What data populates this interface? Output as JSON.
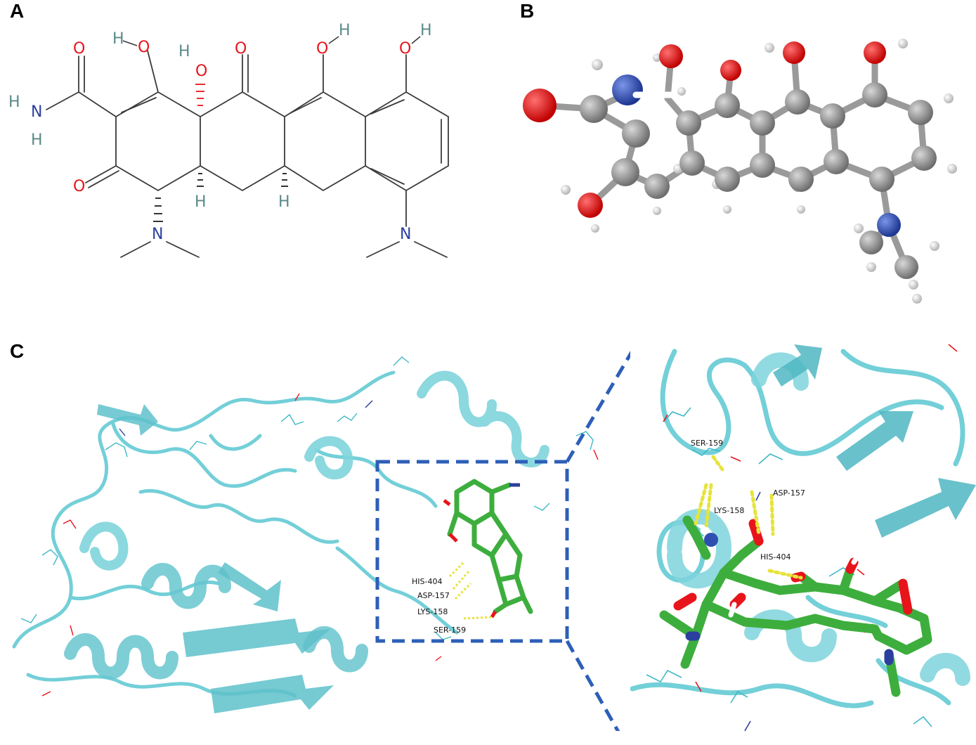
{
  "panels": {
    "a": {
      "letter": "A"
    },
    "b": {
      "letter": "B"
    },
    "c": {
      "letter": "C"
    }
  },
  "structure_2d": {
    "atoms": {
      "o_amide": "O",
      "n_amide": "N",
      "h_amide_1": "H",
      "h_amide_2": "H",
      "o_left_ketone": "O",
      "o_hydroxyl_1": "O",
      "h_hydroxyl_1": "H",
      "o_hydroxyl_2": "O",
      "h_hydroxyl_2": "H",
      "o_center_ketone": "O",
      "o_hydroxyl_3": "O",
      "h_hydroxyl_3": "H",
      "o_hydroxyl_4": "O",
      "h_hydroxyl_4": "H",
      "h_stereo_1": "H",
      "h_stereo_2": "H",
      "n_dimethyl_left": "N",
      "n_dimethyl_right": "N"
    }
  },
  "docking": {
    "overview_labels": [
      "HIS-404",
      "ASP-157",
      "LYS-158",
      "SER-159"
    ],
    "zoom_labels": [
      "SER-159",
      "ASP-157",
      "LYS-158",
      "HIS-404"
    ]
  },
  "colors": {
    "oxygen": "#e8141b",
    "nitrogen": "#2b3f9e",
    "hydrogen_label": "#5a8a8a",
    "carbon_ball": "#8c8c8c",
    "nitrogen_ball": "#2f4fb0",
    "protein": "#5fc8d2",
    "protein_dark": "#3a9ea8",
    "ligand": "#3dae3d",
    "hbond": "#e6e43a",
    "zoom_box": "#2d5fb8"
  }
}
